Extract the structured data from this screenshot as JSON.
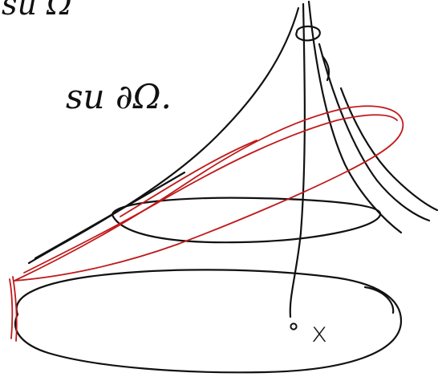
{
  "labels": {
    "top": "su Ω",
    "boundary": "su ∂Ω.",
    "point": "x"
  },
  "colors": {
    "ink": "#111111",
    "highlight": "#c0191a",
    "background": "#ffffff"
  }
}
